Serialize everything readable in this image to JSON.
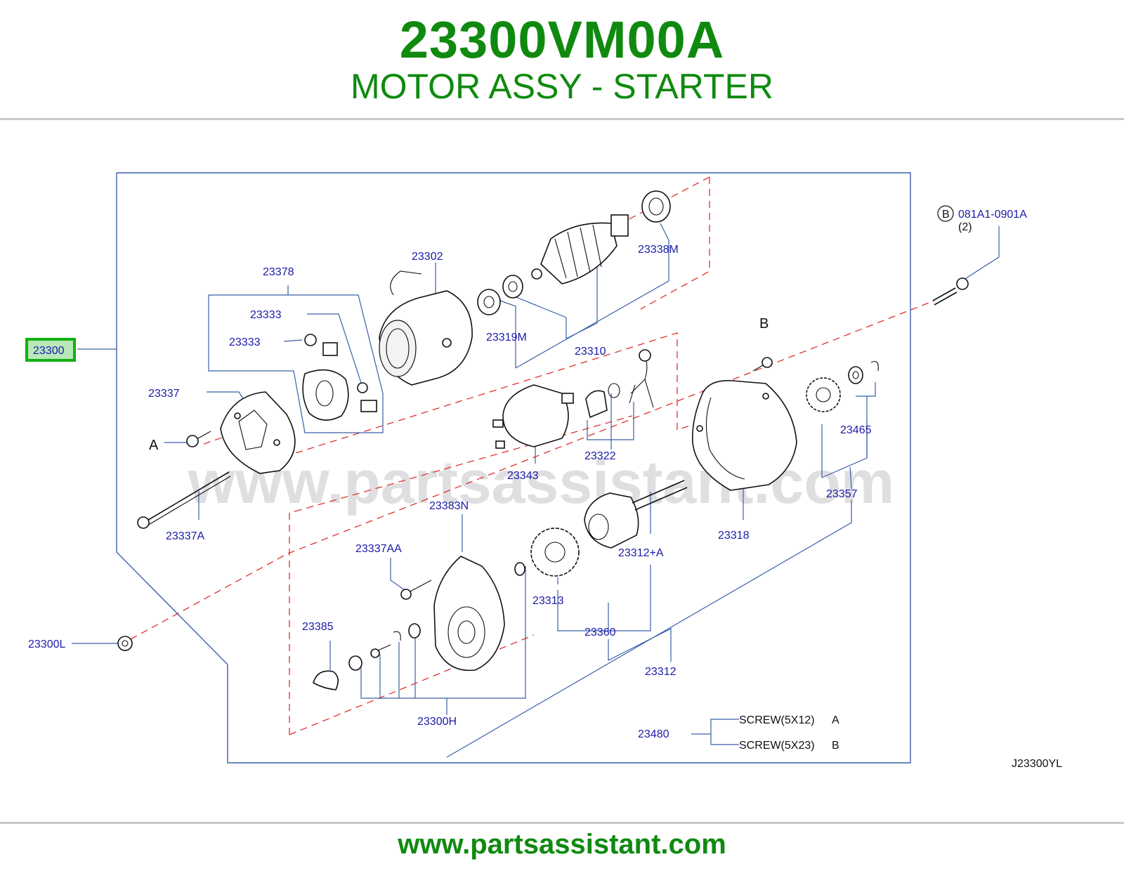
{
  "header": {
    "part_number": "23300VM00A",
    "description": "MOTOR ASSY - STARTER"
  },
  "watermark": "www.partsassistant.com",
  "footer": {
    "url": "www.partsassistant.com"
  },
  "diagram_code": "J23300YL",
  "highlight_color": "#12b012",
  "brand_color": "#0f8a0f",
  "labels": {
    "p23300": "23300",
    "p23300L": "23300L",
    "p23378": "23378",
    "p23333a": "23333",
    "p23333b": "23333",
    "p23302": "23302",
    "p23338M": "23338M",
    "p23319M": "23319M",
    "p23310": "23310",
    "p23337": "23337",
    "pA": "A",
    "p23337A": "23337A",
    "p23343": "23343",
    "p23322": "23322",
    "pB": "B",
    "p23318": "23318",
    "p23465": "23465",
    "p23357": "23357",
    "p23383N": "23383N",
    "p23337AA": "23337AA",
    "p23312A": "23312+A",
    "p23313": "23313",
    "p23360": "23360",
    "p23385": "23385",
    "p23312": "23312",
    "p23300H": "23300H",
    "p23480": "23480",
    "bolt_circle": "B",
    "bolt_number": "081A1-0901A",
    "bolt_qty": "(2)",
    "screw_a": "SCREW(5X12)",
    "screw_a_tag": "A",
    "screw_b": "SCREW(5X23)",
    "screw_b_tag": "B"
  }
}
